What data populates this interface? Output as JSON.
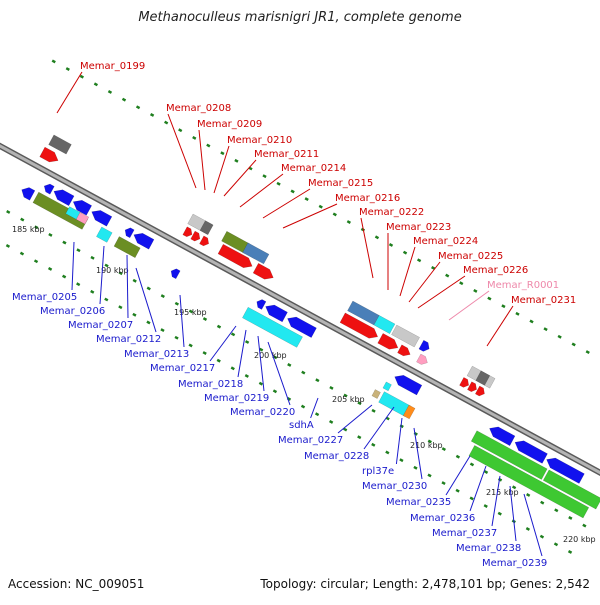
{
  "title": "Methanoculleus marisnigri JR1, complete genome",
  "footer": {
    "accession": "Accession: NC_009051",
    "summary": "Topology: circular; Length: 2,478,101 bp; Genes: 2,542"
  },
  "colors": {
    "backbone": "#8a8a8a",
    "forward": "#ee1111",
    "forward_light": "#c8c8c8",
    "forward_dark": "#666666",
    "reverse": "#1111ee",
    "reverse_cyan": "#22e8f0",
    "reverse_olive": "#6b8e23",
    "reverse_green": "#3ec832",
    "reverse_steel": "#4a7fb8",
    "rna": "#ff9ec0",
    "tick": "#1f7f1f",
    "label_forward": "#cc0000",
    "label_reverse": "#1a1acc",
    "label_rna": "#ee88aa"
  },
  "scale_labels": [
    "185 kbp",
    "190 kbp",
    "195 kbp",
    "200 kbp",
    "205 kbp",
    "210 kbp",
    "215 kbp",
    "220 kbp"
  ],
  "forward_labels": [
    "Memar_0199",
    "Memar_0208",
    "Memar_0209",
    "Memar_0210",
    "Memar_0211",
    "Memar_0214",
    "Memar_0215",
    "Memar_0216",
    "Memar_0222",
    "Memar_0223",
    "Memar_0224",
    "Memar_0225",
    "Memar_0226",
    "Memar_R0001",
    "Memar_0231"
  ],
  "reverse_labels": [
    "Memar_0205",
    "Memar_0206",
    "Memar_0207",
    "Memar_0212",
    "Memar_0213",
    "Memar_0217",
    "Memar_0218",
    "Memar_0219",
    "Memar_0220",
    "sdhA",
    "Memar_0227",
    "Memar_0228",
    "rpl37e",
    "Memar_0230",
    "Memar_0235",
    "Memar_0236",
    "Memar_0237",
    "Memar_0238",
    "Memar_0239"
  ]
}
